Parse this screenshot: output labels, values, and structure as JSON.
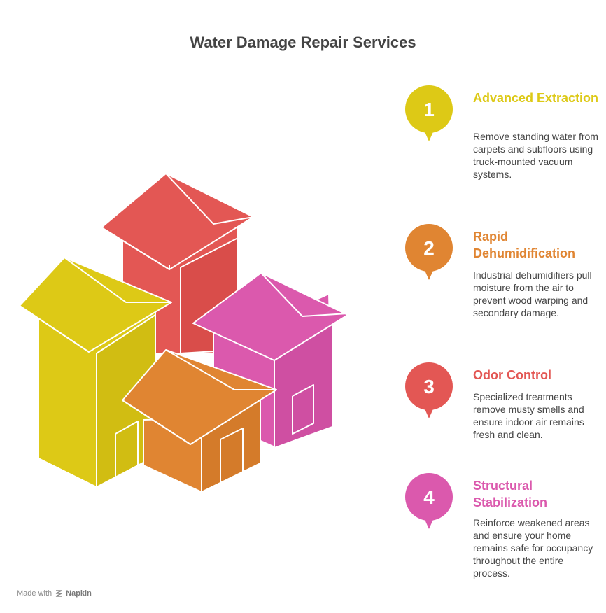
{
  "title": "Water Damage Repair Services",
  "colors": {
    "yellow": "#DDC916",
    "orange": "#E08532",
    "red": "#E35754",
    "pink": "#DB59AD"
  },
  "items": [
    {
      "number": "1",
      "title": "Advanced Extraction",
      "description": "Remove standing water from carpets and subfloors using truck-mounted vacuum systems.",
      "color": "#DDC916"
    },
    {
      "number": "2",
      "title": "Rapid Dehumidification",
      "description": "Industrial dehumidifiers pull moisture from the air to prevent wood warping and secondary damage.",
      "color": "#E08532"
    },
    {
      "number": "3",
      "title": "Odor Control",
      "description": "Specialized treatments remove musty smells and ensure indoor air remains fresh and clean.",
      "color": "#E35754"
    },
    {
      "number": "4",
      "title": "Structural Stabilization",
      "description": "Reinforce weakened areas and ensure your home remains safe for occupancy throughout the entire process.",
      "color": "#DB59AD"
    }
  ],
  "footer": {
    "made_with": "Made with",
    "brand": "Napkin",
    "icon": "napkin-logo-icon"
  }
}
